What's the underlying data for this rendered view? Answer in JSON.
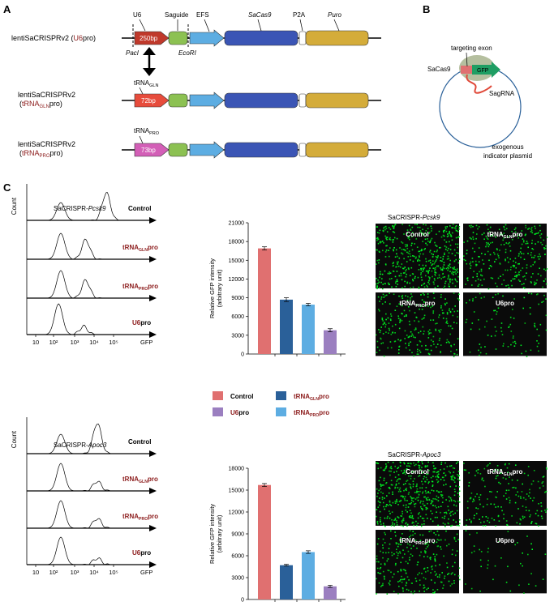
{
  "panel_a": {
    "letter": "A",
    "constructs": [
      {
        "name": "lentiSaCRISPRv2 (",
        "promoter": "U6",
        "promoter_sub": "",
        "tail": "pro)",
        "box_label": "250bp",
        "box_color": "#c0392b"
      },
      {
        "name": "lentiSaCRISPRv2",
        "promoter": "tRNA",
        "promoter_sub": "GLN",
        "tail": "pro)",
        "box_label": "72bp",
        "box_color": "#e74c3c",
        "top_label": "tRNA",
        "top_sub": "GLN"
      },
      {
        "name": "lentiSaCRISPRv2",
        "promoter": "tRNA",
        "promoter_sub": "PRO",
        "tail": "pro)",
        "box_label": "73bp",
        "box_color": "#d35fb7",
        "top_label": "tRNA",
        "top_sub": "PRO"
      }
    ],
    "element_labels": {
      "u6": "U6",
      "saguide": "Saguide",
      "efs": "EFS",
      "sacas9": "SaCas9",
      "p2a": "P2A",
      "puro": "Puro",
      "paci": "PacI",
      "ecori": "EcoRI"
    },
    "colors": {
      "saguide": "#8cc152",
      "efs": "#5dade2",
      "sacas9": "#3b55b5",
      "puro": "#d4ac3a"
    }
  },
  "panel_b": {
    "letter": "B",
    "labels": {
      "targeting_exon": "targeting exon",
      "sacas9": "SaCas9",
      "gfp": "GFP",
      "sagrna": "SagRNA",
      "plasmid_line1": "exogenous",
      "plasmid_line2": "indicator plasmid"
    }
  },
  "panel_c": {
    "letter": "C",
    "sections": [
      {
        "title_prefix": "SaCRISPR-",
        "title_gene": "Pcsk9"
      },
      {
        "title_prefix": "SaCRISPR-",
        "title_gene": "Apoc3"
      }
    ],
    "histogram_labels": {
      "count": "Count",
      "gfp": "GFP",
      "ticks": [
        "10",
        "10²",
        "10³",
        "10⁴",
        "10⁵"
      ]
    },
    "conditions": [
      {
        "prefix": "Control",
        "sub": "",
        "suffix": "",
        "color": "#000000"
      },
      {
        "prefix": "tRNA",
        "sub": "GLN",
        "suffix": "pro",
        "color": "#8b1a1a"
      },
      {
        "prefix": "tRNA",
        "sub": "PRO",
        "suffix": "pro",
        "color": "#8b1a1a"
      },
      {
        "prefix": "U6",
        "sub": "",
        "suffix": "pro",
        "color": "#8b1a1a"
      }
    ],
    "legend": [
      {
        "prefix": "Control",
        "sub": "",
        "suffix": "",
        "color": "#e07070"
      },
      {
        "prefix": "tRNA",
        "sub": "GLN",
        "suffix": "pro",
        "color": "#2a6099"
      },
      {
        "prefix": "U6",
        "sub": "",
        "suffix": "pro",
        "color": "#9b7fc0"
      },
      {
        "prefix": "tRNA",
        "sub": "PRO",
        "suffix": "pro",
        "color": "#5dade2"
      }
    ],
    "micrograph_labels": [
      {
        "prefix": "Control",
        "sub": "",
        "suffix": ""
      },
      {
        "prefix": "tRNA",
        "sub": "GLN",
        "suffix": "pro"
      },
      {
        "prefix": "tRNA",
        "sub": "PRO",
        "suffix": "pro"
      },
      {
        "prefix": "U6",
        "sub": "",
        "suffix": "pro"
      }
    ],
    "micrograph_density": [
      0.95,
      0.55,
      0.5,
      0.18
    ],
    "micrograph_density_apoc3": [
      0.95,
      0.35,
      0.5,
      0.08
    ]
  },
  "chart_data": [
    {
      "type": "bar",
      "categories": [
        "Control",
        "tRNAGLNpro",
        "tRNAPROpro",
        "U6pro"
      ],
      "values": [
        16900,
        8700,
        7900,
        3800
      ],
      "errors": [
        250,
        300,
        200,
        250
      ],
      "colors": [
        "#e07070",
        "#2a6099",
        "#5dade2",
        "#9b7fc0"
      ],
      "ylabel_line1": "Relative GFP  intensity",
      "ylabel_line2": "(arbitrary unit)",
      "ylim": [
        0,
        21000
      ],
      "yticks": [
        0,
        3000,
        6000,
        9000,
        12000,
        15000,
        18000,
        21000
      ]
    },
    {
      "type": "bar",
      "categories": [
        "Control",
        "tRNAGLNpro",
        "tRNAPROpro",
        "U6pro"
      ],
      "values": [
        15700,
        4700,
        6500,
        1800
      ],
      "errors": [
        200,
        120,
        180,
        150
      ],
      "colors": [
        "#e07070",
        "#2a6099",
        "#5dade2",
        "#9b7fc0"
      ],
      "ylabel_line1": "Relative GFP intensity",
      "ylabel_line2": "(arbitrary unit)",
      "ylim": [
        0,
        18000
      ],
      "yticks": [
        0,
        3000,
        6000,
        9000,
        12000,
        15000,
        18000
      ]
    }
  ]
}
